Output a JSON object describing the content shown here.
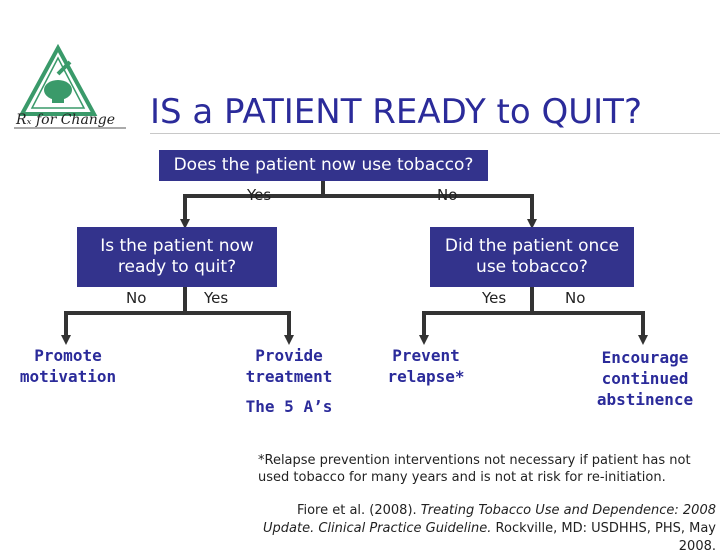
{
  "title": "IS a PATIENT READY to QUIT?",
  "logo_text": "Rx for Change",
  "questions": {
    "q1": "Does the patient now use tobacco?",
    "q2": "Is the patient now ready to quit?",
    "q3": "Did the patient once use tobacco?"
  },
  "edges": {
    "q1_yes": "Yes",
    "q1_no": "No",
    "q2_no": "No",
    "q2_yes": "Yes",
    "q3_yes": "Yes",
    "q3_no": "No"
  },
  "outcomes": {
    "promote": "Promote motivation",
    "provide": "Provide treatment",
    "five_as": "The 5 A’s",
    "prevent": "Prevent relapse*",
    "encourage": "Encourage continued abstinence"
  },
  "footnote": "*Relapse prevention interventions not necessary if patient has not used tobacco for many years and is not at risk for re-initiation.",
  "citation": {
    "authors": "Fiore et al. (2008). ",
    "title": "Treating Tobacco Use and Dependence: 2008 Update. Clinical Practice Guideline.",
    "rest": " Rockville, MD: USDHHS, PHS, May 2008."
  },
  "colors": {
    "box": "#33338c",
    "title": "#2b2b9a",
    "logo_green": "#3a9a6a"
  }
}
